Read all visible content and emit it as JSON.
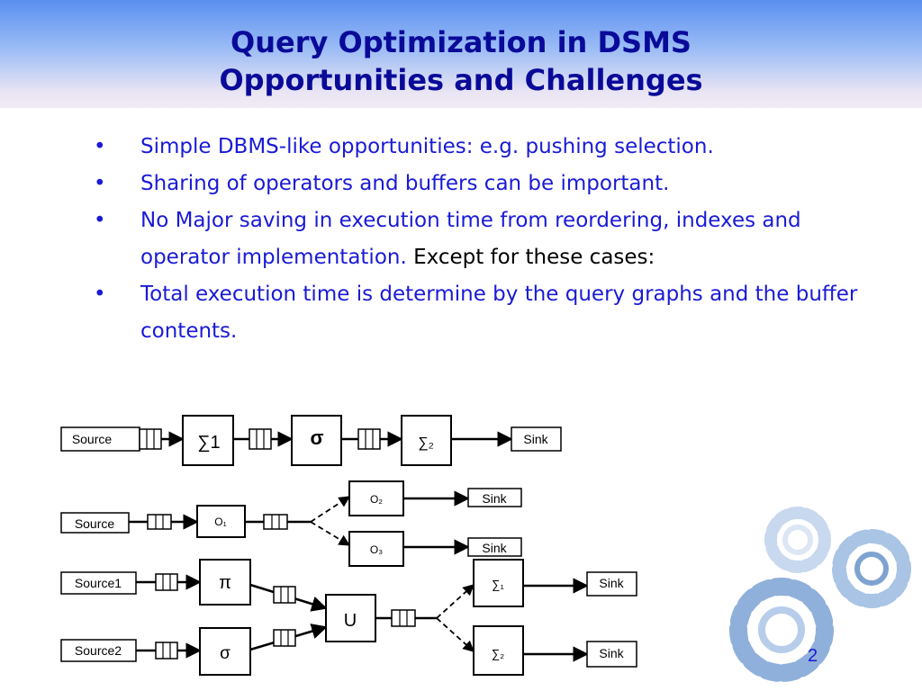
{
  "slide": {
    "title_line1": "Query Optimization in DSMS",
    "title_line2": "Opportunities and Challenges",
    "bullets": [
      {
        "text": "Simple DBMS-like opportunities: e.g. pushing selection."
      },
      {
        "text": "Sharing of operators and buffers can be important."
      },
      {
        "text": "No Major saving in execution time from  reordering, indexes and operator implementation.",
        "tail": " Except for these cases:"
      },
      {
        "text": " Total execution time is determine by the query graphs and the buffer contents."
      }
    ],
    "page_number": "2"
  },
  "diagram": {
    "row1": {
      "source": "Source",
      "op1": "∑1",
      "op2": "σ",
      "op3": "∑₂",
      "sink": "Sink"
    },
    "row2": {
      "source": "Source",
      "op": "O₁",
      "branch_a": "O₂",
      "branch_b": "O₃",
      "sink_a": "Sink",
      "sink_b": "Sink"
    },
    "row3": {
      "source1": "Source1",
      "source2": "Source2",
      "pi": "π",
      "sigma": "σ",
      "union": "U",
      "sum1": "∑₁",
      "sum2": "∑₂",
      "sink1": "Sink",
      "sink2": "Sink"
    }
  },
  "colors": {
    "title": "#0a0a99",
    "bullet_text": "#1a1ad6"
  }
}
